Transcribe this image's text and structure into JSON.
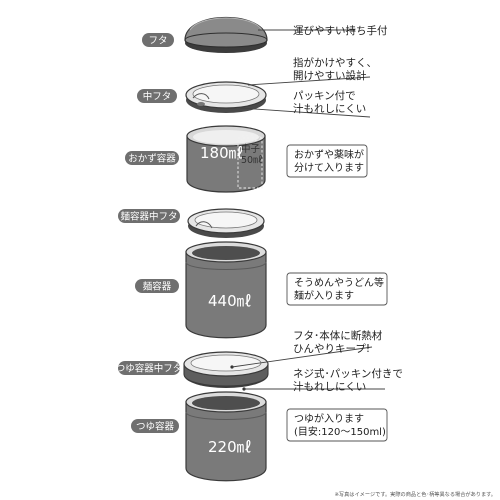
{
  "parts": {
    "lid": "フタ",
    "inner_lid": "中フタ",
    "side_container": "おかず容器",
    "noodle_inner_lid": "麺容器中フタ",
    "noodle_container": "麺容器",
    "soup_inner_lid": "つゆ容器中フタ",
    "soup_container": "つゆ容器"
  },
  "notes": {
    "lid_note": "運びやすい持ち手付",
    "inner_lid_note_1": "指がかけやすく、",
    "inner_lid_note_2": "開けやすい設計",
    "inner_lid_note_3": "パッキン付で",
    "inner_lid_note_4": "汁もれしにくい",
    "side_box_1": "おかずや薬味が",
    "side_box_2": "分けて入ります",
    "noodle_box_1": "そうめんやうどん等",
    "noodle_box_2": "麺が入ります",
    "soup_lid_note_1": "フタ･本体に断熱材",
    "soup_lid_note_2": "ひんやりキープ!",
    "soup_lid_note_3": "ネジ式･パッキン付きで",
    "soup_lid_note_4": "汁もれしにくい",
    "soup_box_1": "つゆが入ります",
    "soup_box_2": "(目安:120～150ml)"
  },
  "capacities": {
    "side": "180㎖",
    "inner_cup_label": "中子",
    "inner_cup": "50㎖",
    "noodle": "440㎖",
    "soup": "220㎖"
  },
  "footnote": "※写真はイメージです。実際の商品と色･柄等異なる場合があります。",
  "colors": {
    "pill": "#6f6f6f",
    "container_body": "#7a7a7a",
    "container_dark": "#4e4e4e",
    "rim": "#dcdcdc"
  }
}
